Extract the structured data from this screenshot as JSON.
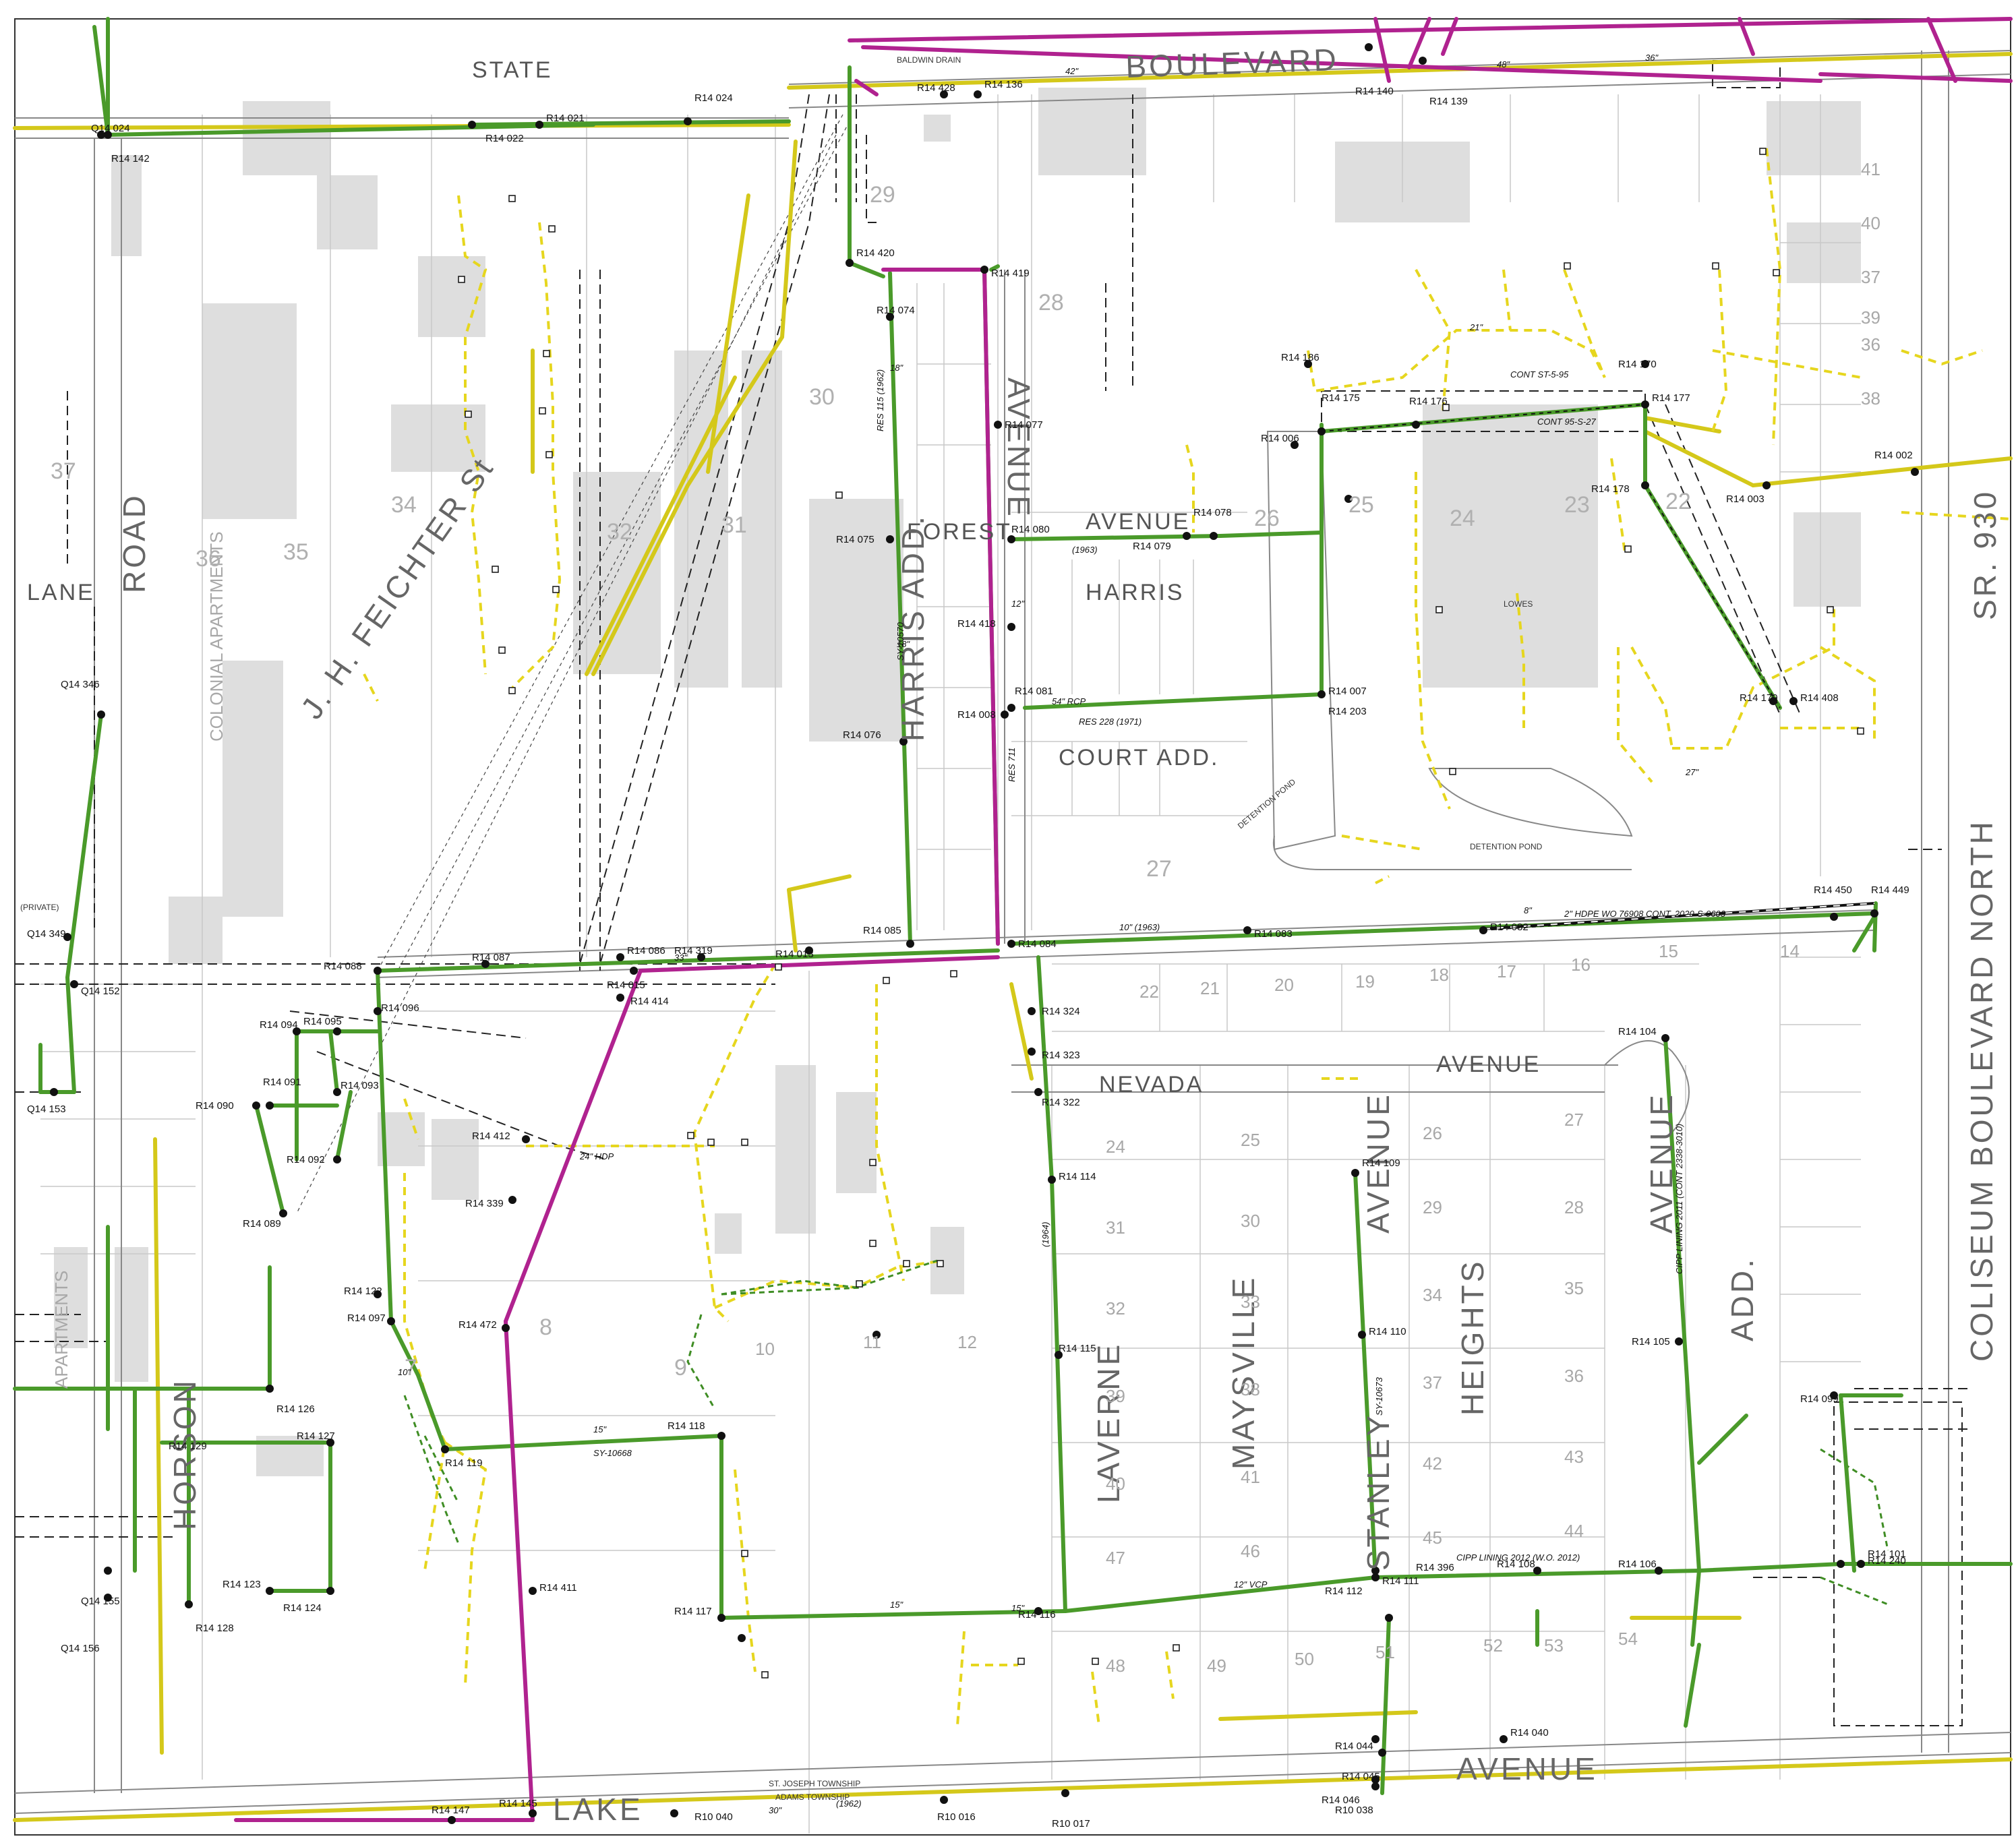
{
  "streets": {
    "boulevard": "BOULEVARD",
    "forest": "FOREST",
    "avenue_forest": "AVENUE",
    "harris": "HARRIS",
    "court_add": "COURT ADD.",
    "nevada": "NEVADA",
    "avenue_nevada": "AVENUE",
    "lake": "LAKE",
    "avenue_bottom": "AVENUE",
    "feichter": "J. H. FEICHTER St",
    "road": "ROAD",
    "coliseum": "COLISEUM BOULEVARD NORTH",
    "laverne": "LAVERNE",
    "maysville": "MAYSVILLE",
    "heights": "HEIGHTS",
    "harris_add": "HARRIS ADD.",
    "avenue_harris": "AVENUE",
    "horson": "HORSON",
    "stanley": "STANLEY",
    "avenue_stanley": "AVENUE",
    "avenue_east": "AVENUE",
    "add_east": "ADD.",
    "sr930": "SR. 930",
    "apartments_left": "APARTMENTS",
    "colonial": "COLONIAL APARTMENTS",
    "lowes": "LOWES",
    "detention_pond": "DETENTION POND",
    "detention_pond2": "DETENTION POND",
    "baldwin_drain": "BALDWIN DRAIN",
    "st_joseph": "ST. JOSEPH TOWNSHIP",
    "adams": "ADAMS TOWNSHIP",
    "private": "(PRIVATE)",
    "lane": "LANE",
    "state": "STATE"
  },
  "lots": {
    "l28": "28",
    "l29": "29",
    "l30": "30",
    "l31": "31",
    "l32": "32",
    "l34": "34",
    "l35": "35",
    "l36": "36",
    "l37": "37",
    "l24": "24",
    "l23": "23",
    "l22": "22",
    "l25": "25",
    "l26": "26",
    "l27": "27",
    "s22": "22",
    "s21": "21",
    "s20": "20",
    "s19": "19",
    "s18": "18",
    "s17": "17",
    "s16": "16",
    "s15": "15",
    "s14": "14",
    "n24": "24",
    "n25": "25",
    "n26": "26",
    "n27": "27",
    "n29": "29",
    "n28": "28",
    "n31": "31",
    "n30": "30",
    "n32": "32",
    "n33": "33",
    "n34": "34",
    "n35": "35",
    "n39": "39",
    "n38": "38",
    "n37": "37",
    "n36": "36",
    "n40": "40",
    "n41": "41",
    "n42": "42",
    "n43": "43",
    "n47": "47",
    "n46": "46",
    "n45": "45",
    "n44": "44",
    "n8": "8",
    "n9": "9",
    "n10": "10",
    "n11": "11",
    "n12": "12",
    "n7": "7",
    "n48": "48",
    "n49": "49",
    "n50": "50",
    "n51": "51",
    "n52": "52",
    "n53": "53",
    "n54": "54",
    "n41e": "41",
    "n40e": "40",
    "n39e": "39",
    "n38e": "38",
    "n37e": "37",
    "n36e": "36"
  },
  "nodes": [
    {
      "id": "R14 419"
    },
    {
      "id": "R14 420"
    },
    {
      "id": "R14 074"
    },
    {
      "id": "R14 075"
    },
    {
      "id": "R14 076"
    },
    {
      "id": "R14 077"
    },
    {
      "id": "R14 080"
    },
    {
      "id": "R14 079"
    },
    {
      "id": "R14 078"
    },
    {
      "id": "R14 418"
    },
    {
      "id": "R14 081"
    },
    {
      "id": "R14 008"
    },
    {
      "id": "R14 007"
    },
    {
      "id": "R14 203"
    },
    {
      "id": "R14 083"
    },
    {
      "id": "R14 082"
    },
    {
      "id": "R14 084"
    },
    {
      "id": "R14 085"
    },
    {
      "id": "R14 086"
    },
    {
      "id": "R14 087"
    },
    {
      "id": "R14 088"
    },
    {
      "id": "R14 319"
    },
    {
      "id": "R14 013"
    },
    {
      "id": "R14 015"
    },
    {
      "id": "R14 414"
    },
    {
      "id": "R14 412"
    },
    {
      "id": "R14 339"
    },
    {
      "id": "R14 472"
    },
    {
      "id": "R14 411"
    },
    {
      "id": "R14 119"
    },
    {
      "id": "R14 118"
    },
    {
      "id": "R14 117"
    },
    {
      "id": "R14 116"
    },
    {
      "id": "R14 115"
    },
    {
      "id": "R14 114"
    },
    {
      "id": "R14 322"
    },
    {
      "id": "R14 323"
    },
    {
      "id": "R14 324"
    },
    {
      "id": "R14 109"
    },
    {
      "id": "R14 110"
    },
    {
      "id": "R14 111"
    },
    {
      "id": "R14 112"
    },
    {
      "id": "R14 108"
    },
    {
      "id": "R14 106"
    },
    {
      "id": "R14 105"
    },
    {
      "id": "R14 104"
    },
    {
      "id": "R14 097"
    },
    {
      "id": "R14 096"
    },
    {
      "id": "R14 095"
    },
    {
      "id": "R14 094"
    },
    {
      "id": "R14 093"
    },
    {
      "id": "R14 092"
    },
    {
      "id": "R14 091"
    },
    {
      "id": "R14 090"
    },
    {
      "id": "R14 089"
    },
    {
      "id": "R14 122"
    },
    {
      "id": "R14 126"
    },
    {
      "id": "R14 127"
    },
    {
      "id": "R14 129"
    },
    {
      "id": "R14 124"
    },
    {
      "id": "R14 123"
    },
    {
      "id": "R14 128"
    },
    {
      "id": "R14 177"
    },
    {
      "id": "R14 175"
    },
    {
      "id": "R14 176"
    },
    {
      "id": "R14 178"
    },
    {
      "id": "R14 179"
    },
    {
      "id": "R14 408"
    },
    {
      "id": "R14 002"
    },
    {
      "id": "R14 003"
    },
    {
      "id": "R14 450"
    },
    {
      "id": "R14 449"
    },
    {
      "id": "R14 140"
    },
    {
      "id": "R14 139"
    },
    {
      "id": "R14 136"
    },
    {
      "id": "R14 428"
    },
    {
      "id": "R14 024"
    },
    {
      "id": "R14 021"
    },
    {
      "id": "R14 022"
    },
    {
      "id": "R14 142"
    },
    {
      "id": "Q14 024"
    },
    {
      "id": "Q14 346"
    },
    {
      "id": "Q14 349"
    },
    {
      "id": "Q14 152"
    },
    {
      "id": "Q14 153"
    },
    {
      "id": "Q14 156"
    },
    {
      "id": "Q14 155"
    },
    {
      "id": "R14 396"
    },
    {
      "id": "R14 040"
    },
    {
      "id": "R14 044"
    },
    {
      "id": "R14 045"
    },
    {
      "id": "R14 046"
    },
    {
      "id": "R14 240"
    },
    {
      "id": "R14 101"
    },
    {
      "id": "R14 099"
    },
    {
      "id": "R10 040"
    },
    {
      "id": "R10 016"
    },
    {
      "id": "R10 017"
    },
    {
      "id": "R10 038"
    },
    {
      "id": "R14 145"
    },
    {
      "id": "R14 147"
    },
    {
      "id": "R14 170"
    },
    {
      "id": "R14 186"
    },
    {
      "id": "R14 006"
    }
  ],
  "pipe_labels": {
    "p54rcp": "54\" RCP",
    "p18": "18\"",
    "p12": "12\"",
    "p10": "10\"",
    "p15": "15\"",
    "p8": "8\"",
    "p33": "33\"",
    "p30": "30\"",
    "p27": "27\"",
    "p21": "21\"",
    "p24hdp": "24\" HDP",
    "p12vcp": "12\" VCP",
    "p10_1963": "10\" (1963)",
    "p2hdpe": "2\" HDPE WO 76908 CONT. 2020-S-0603",
    "res228": "RES 228 (1971)",
    "res711": "RES 711",
    "res115": "RES 115 (1962)",
    "sy10668": "SY-10668",
    "sy10570": "SY-10570",
    "sy10673": "SY-10673",
    "cipp2012": "CIPP LINING 2012 (W.O. 2012)",
    "cipp2011": "CIPP LINING 2011 (CONT 2338-3010)",
    "p42": "42\"",
    "p48": "48\"",
    "p36": "36\"",
    "p1962": "(1962)",
    "p1963": "(1963)",
    "p1964": "(1964)",
    "cont95": "CONT 95-S-27",
    "contst": "CONT ST-5-95"
  },
  "colors": {
    "storm_green": "#4a9a2a",
    "force_magenta": "#b0228f",
    "yellow_pipe": "#d4c81a",
    "dashed_yellow": "#e6d61e",
    "easement": "#222222",
    "building": "#dedede",
    "lot_line": "#c9c9c9"
  },
  "icons": {
    "manhole": "filled-circle-icon",
    "inlet": "square-inlet-icon"
  }
}
